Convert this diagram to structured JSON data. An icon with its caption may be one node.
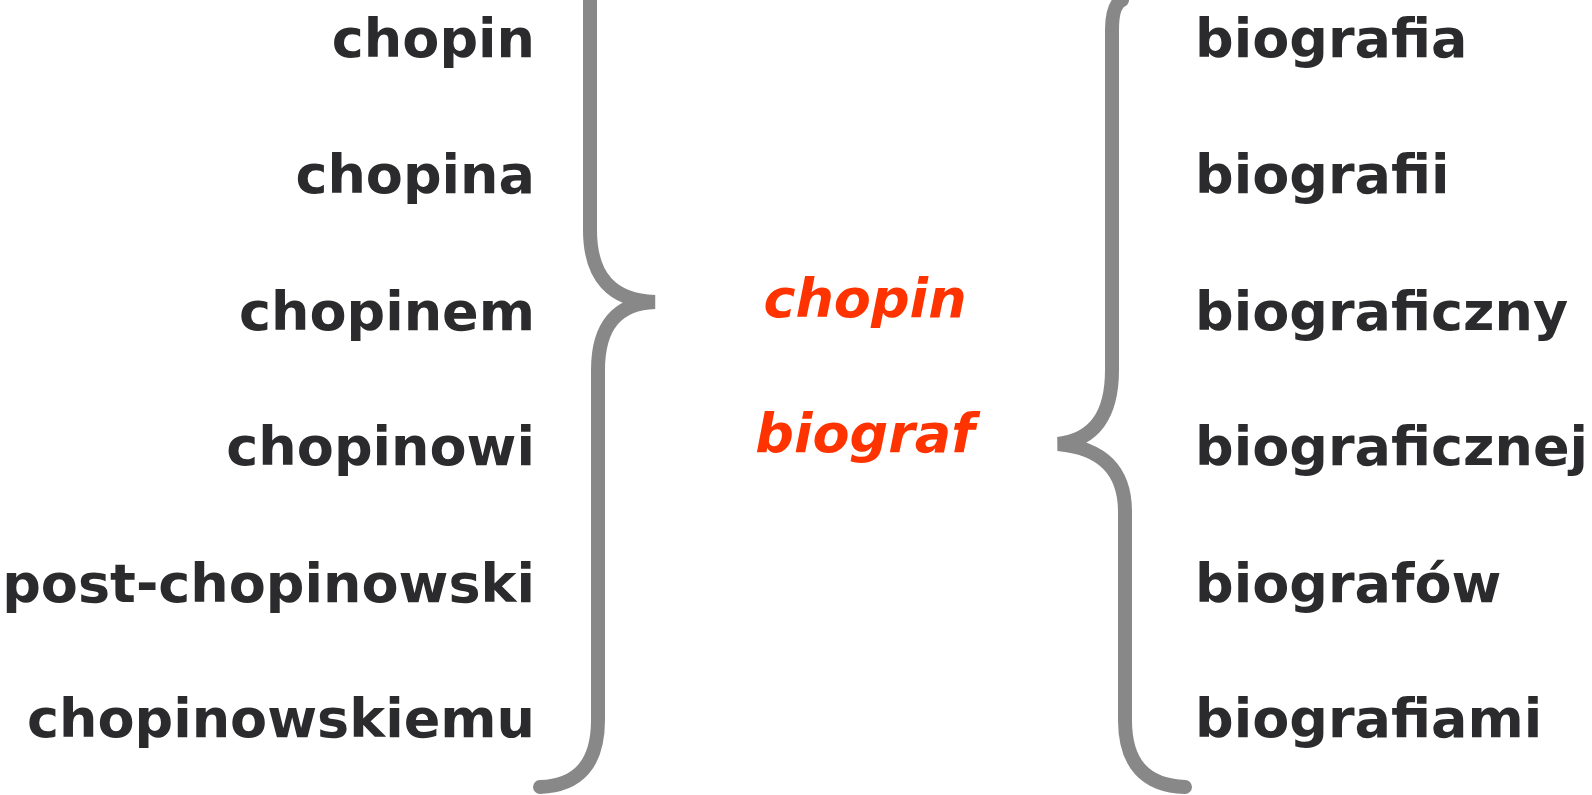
{
  "diagram": {
    "labels": [
      "chopin",
      "chopina",
      "chopinem",
      "chopinowi",
      "post-chopinowski",
      "chopinowskiemu",
      "chopin",
      "biograf",
      "biografia",
      "biografii",
      "biograficzny",
      "biograficznej",
      "biografów",
      "biografiami"
    ]
  }
}
